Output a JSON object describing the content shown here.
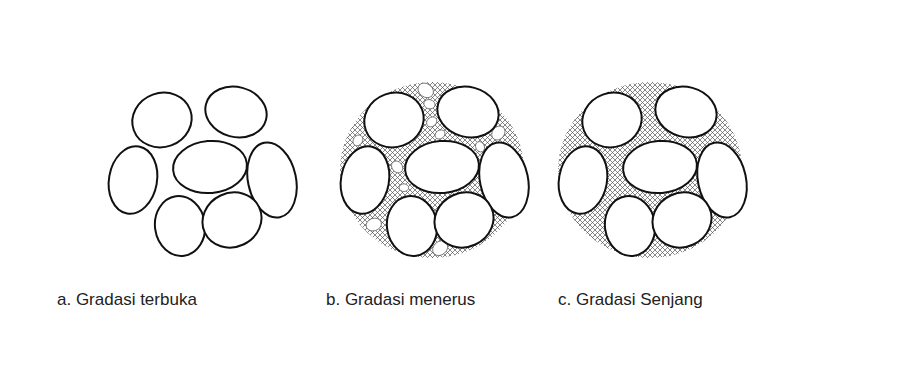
{
  "diagram": {
    "labels": [
      "a. Gradasi terbuka",
      "b. Gradasi menerus",
      "c. Gradasi Senjang"
    ]
  }
}
